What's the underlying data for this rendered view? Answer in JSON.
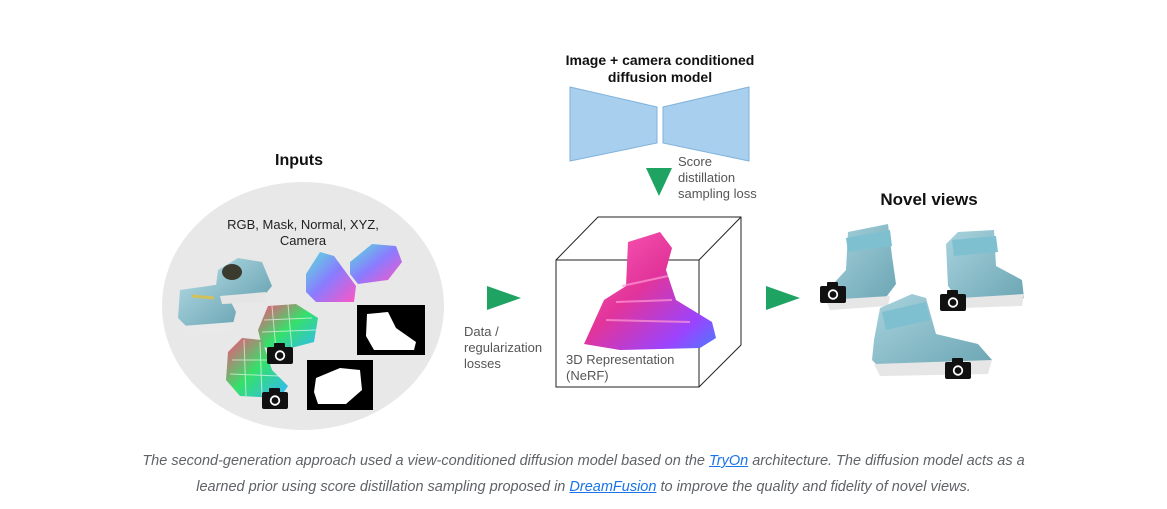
{
  "inputs": {
    "title": "Inputs",
    "types_label": "RGB, Mask, Normal, XYZ, Camera"
  },
  "model": {
    "title_line1": "Image + camera conditioned",
    "title_line2": "diffusion model"
  },
  "sds_loss": {
    "line1": "Score",
    "line2": "distillation",
    "line3": "sampling loss"
  },
  "data_loss": {
    "line1": "Data /",
    "line2": "regularization",
    "line3": "losses"
  },
  "representation": {
    "line1": "3D Representation",
    "line2": "(NeRF)"
  },
  "novel_views": {
    "title": "Novel views"
  },
  "caption": {
    "part1": "The second-generation approach used a view-conditioned diffusion model based on the ",
    "link1": "TryOn",
    "part2": " architecture. The diffusion model acts as a learned prior using score distillation sampling proposed in ",
    "link2": "DreamFusion",
    "part3": " to improve the quality and fidelity of novel views."
  },
  "colors": {
    "arrow_green": "#1ea362",
    "encoder_blue": "#a9cfee",
    "input_circle": "#e8e8e8",
    "link_blue": "#1a73e8"
  },
  "icons": [
    "camera-icon",
    "triangle-arrow-icon",
    "shoe-image"
  ]
}
